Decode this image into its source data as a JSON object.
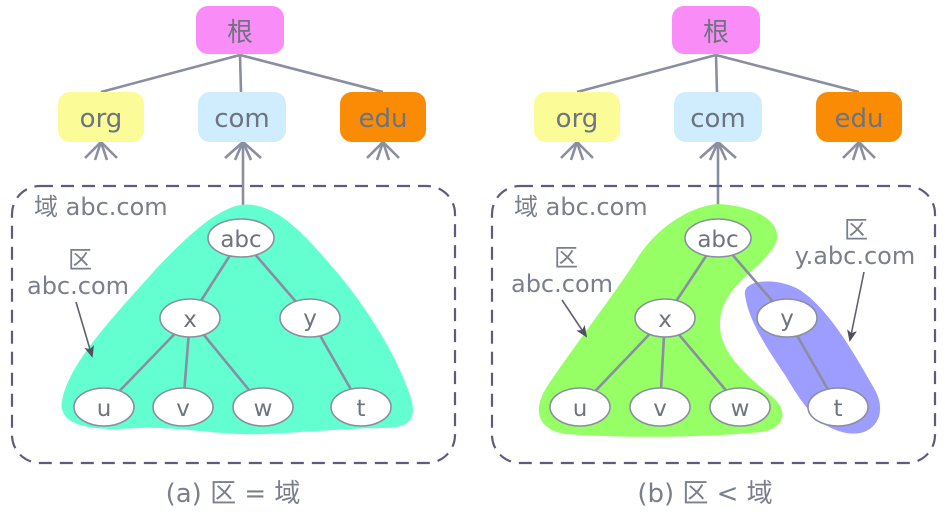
{
  "colors": {
    "root": "#f98cf7",
    "org": "#fbfb98",
    "com": "#cfedfd",
    "edu": "#fa8b04",
    "zone_a": "#63ffd0",
    "zone_b_abc": "#96ff66",
    "zone_b_y": "#9c9dff",
    "dashed_box": "#5d5c7f"
  },
  "tree": {
    "root": "根",
    "tld": [
      "org",
      "com",
      "edu"
    ]
  },
  "domain_label": "域 abc.com",
  "nodes": {
    "abc": "abc",
    "x": "x",
    "y": "y",
    "u": "u",
    "v": "v",
    "w": "w",
    "t": "t"
  },
  "panel_a": {
    "zone_char": "区",
    "zone_name": "abc.com",
    "caption": "(a) 区 = 域"
  },
  "panel_b": {
    "zone_char": "区",
    "zone_name": "abc.com",
    "zone2_char": "区",
    "zone2_name": "y.abc.com",
    "caption": "(b) 区 < 域"
  }
}
